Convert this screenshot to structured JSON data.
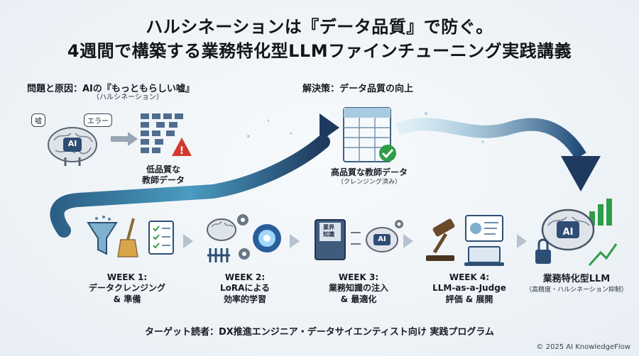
{
  "title": {
    "line1": "ハルシネーションは『データ品質』で防ぐ。",
    "line2": "4週間で構築する業務特化型LLMファインチューニング実践講義"
  },
  "problem": {
    "heading": "問題と原因：AIの『もっともらしい嘘』",
    "subheading": "（ハルシネーション）",
    "bubble_lie": "嘘",
    "bubble_error": "エラー",
    "brain_label": "AI",
    "data_label_line1": "低品質な",
    "data_label_line2": "教師データ"
  },
  "solution": {
    "heading": "解決策：データ品質の向上",
    "data_label": "高品質な教師データ",
    "data_sublabel": "（クレンジング済み）"
  },
  "weeks": [
    {
      "title": "WEEK 1:",
      "line1": "データクレンジング",
      "line2": "& 準備"
    },
    {
      "title": "WEEK 2:",
      "line1": "LoRAによる",
      "line2": "効率的学習"
    },
    {
      "title": "WEEK 3:",
      "line1": "業務知識の注入",
      "line2": "& 最適化",
      "book_text1": "業界",
      "book_text2": "知識",
      "brain_label": "AI"
    },
    {
      "title": "WEEK 4:",
      "line1": "LLM-as-a-Judge",
      "line2": "評価 & 展開"
    }
  ],
  "result": {
    "brain_label": "AI",
    "title": "業務特化型LLM",
    "subtitle": "（高精度・ハルシネーション抑制）"
  },
  "target": "ターゲット読者：DX推進エンジニア・データサイエンティスト向け 実践プログラム",
  "copyright": "© 2025 AI KnowledgeFlow",
  "colors": {
    "navy": "#1f3a5f",
    "teal": "#3a8fa8",
    "light_blue": "#7cc4e4",
    "alert_red": "#d23a2c",
    "ok_green": "#2e9d48"
  }
}
